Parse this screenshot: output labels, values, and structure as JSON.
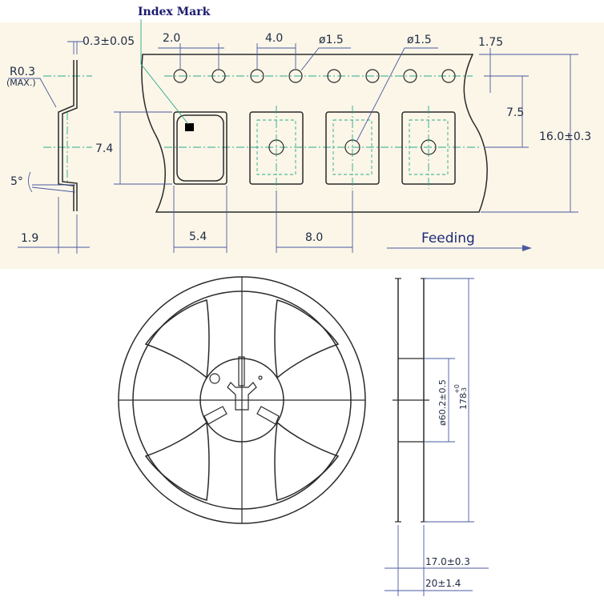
{
  "labels": {
    "index_mark": "Index Mark",
    "feeding": "Feeding",
    "t_thickness": "0.3±0.05",
    "r_radius": "R0.3",
    "r_max": "(MAX.)",
    "angle": "5°",
    "w_19": "1.9",
    "p_20": "2.0",
    "p_40": "4.0",
    "hole_a": "ø1.5",
    "hole_b": "ø1.5",
    "e_175": "1.75",
    "f_75": "7.5",
    "w_160": "16.0±0.3",
    "a_74": "7.4",
    "b_54": "5.4",
    "p_80": "8.0",
    "hub": "ø60.2±0.5",
    "reel_d": "178",
    "reel_tol_plus": "+0",
    "reel_tol_minus": "-3",
    "w_170": "17.0±0.3",
    "w_20": "20±1.4"
  },
  "colors": {
    "tape_background": "#fbf6e8",
    "centerline": "#2aa98a",
    "dimension": "#4a5aa0",
    "annotation": "#1a1a70"
  }
}
